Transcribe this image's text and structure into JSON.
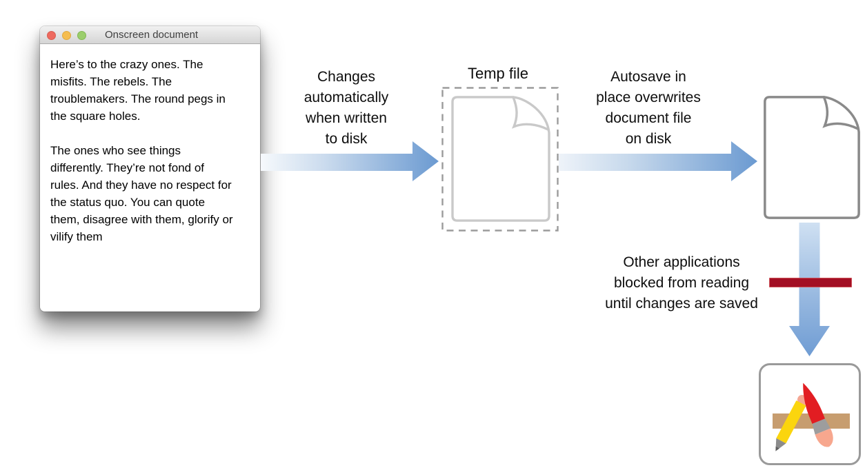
{
  "diagram": {
    "window": {
      "title": "Onscreen document",
      "controls": {
        "close": "close",
        "minimize": "minimize",
        "zoom": "zoom"
      },
      "text_lines": [
        "Here’s to the crazy ones. The",
        "misfits. The rebels. The",
        "troublemakers. The round pegs in",
        "the square holes.",
        "",
        "The ones who see things",
        "differently. They’re not fond of",
        "rules. And they have no respect for",
        "the status quo. You can quote",
        "them, disagree with them, glorify or",
        "vilify them"
      ]
    },
    "labels": {
      "arrow1_lines": [
        "Changes",
        "automatically",
        "when written",
        "to disk"
      ],
      "temp_file": "Temp file",
      "arrow2_lines": [
        "Autosave in",
        "place overwrites",
        "document file",
        "on disk"
      ],
      "blocked_lines": [
        "Other applications",
        "blocked from reading",
        "until changes are saved"
      ]
    },
    "colors": {
      "arrow_gradient_start": "#f4f7fb",
      "arrow_gradient_end": "#6b9ad1",
      "vertical_arrow_start": "#cfe0f2",
      "vertical_arrow_end": "#6f9cd3",
      "blocked_bar_red": "#a30f24",
      "temp_doc_outline": "#c9c9c9",
      "doc_outline": "#8a8a8a",
      "dashed_box": "#9b9b9b",
      "traffic_red": "#ee6a5f",
      "traffic_yellow": "#f5bd4f",
      "traffic_green": "#9bce6c",
      "pencil_yellow": "#fbd50e",
      "brush_red": "#e21d22",
      "eraser_pink": "#f4a692",
      "ruler_tan": "#c79d6f"
    }
  }
}
